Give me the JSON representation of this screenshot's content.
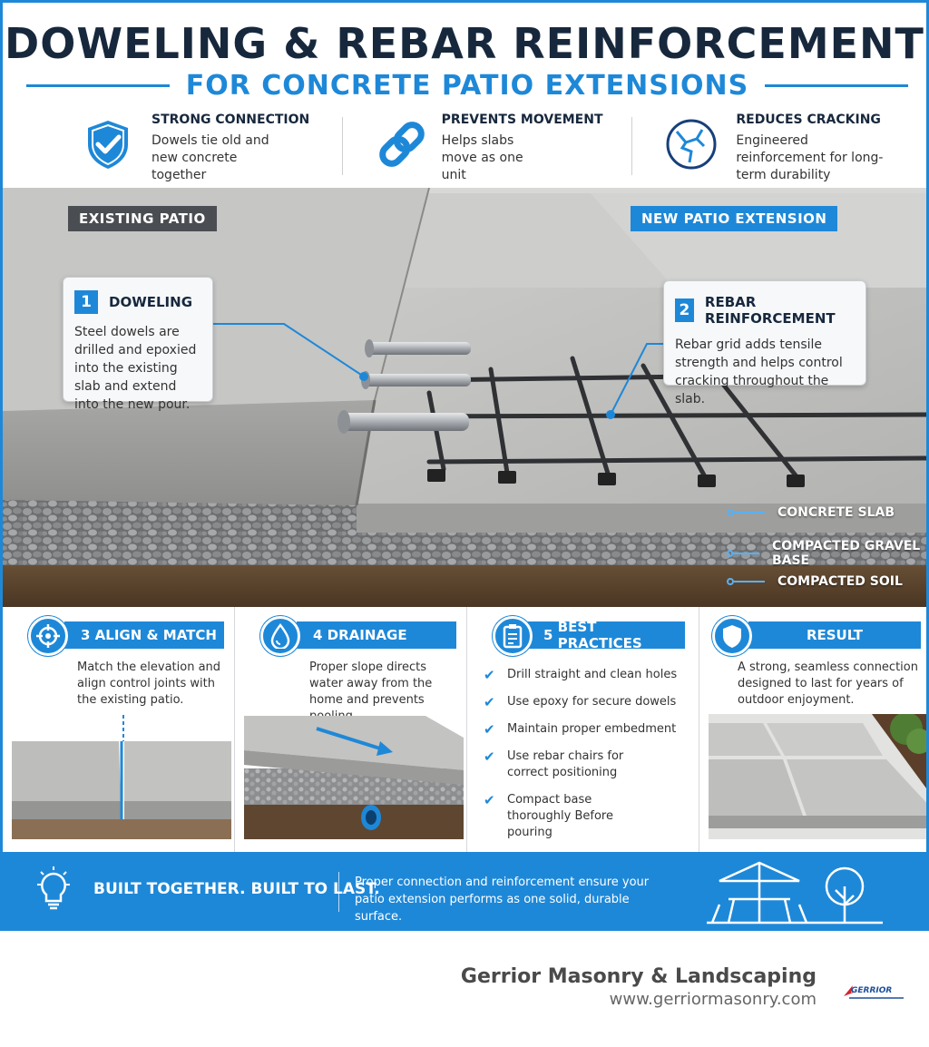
{
  "header": {
    "title": "DOWELING & REBAR REINFORCEMENT",
    "subtitle": "FOR CONCRETE PATIO EXTENSIONS"
  },
  "features": [
    {
      "icon": "shield-check-icon",
      "title": "STRONG CONNECTION",
      "desc": "Dowels tie old and new concrete together"
    },
    {
      "icon": "chain-link-icon",
      "title": "PREVENTS MOVEMENT",
      "desc": "Helps slabs move as one unit"
    },
    {
      "icon": "crack-circle-icon",
      "title": "REDUCES CRACKING",
      "desc": "Engineered reinforcement for long-term durability"
    }
  ],
  "scene": {
    "existing_label": "EXISTING PATIO",
    "new_label": "NEW PATIO EXTENSION",
    "callouts": [
      {
        "number": "1",
        "title": "DOWELING",
        "desc": "Steel dowels are drilled and epoxied into the existing slab and extend into the new pour."
      },
      {
        "number": "2",
        "title": "REBAR REINFORCEMENT",
        "desc": "Rebar grid adds tensile strength and helps control cracking throughout the slab."
      }
    ],
    "layers": [
      "CONCRETE SLAB",
      "COMPACTED GRAVEL BASE",
      "COMPACTED SOIL"
    ]
  },
  "tips": [
    {
      "number": "3",
      "title": "ALIGN & MATCH",
      "icon": "crosshair-icon",
      "desc": "Match the elevation and align control joints with the existing patio."
    },
    {
      "number": "4",
      "title": "DRAINAGE",
      "icon": "water-drop-icon",
      "desc": "Proper slope directs water away from the home and prevents pooling."
    },
    {
      "number": "5",
      "title": "BEST PRACTICES",
      "icon": "clipboard-icon",
      "checklist": [
        "Drill straight and clean holes",
        "Use epoxy for secure dowels",
        "Maintain proper embedment",
        "Use rebar chairs for correct positioning",
        "Compact base thoroughly Before pouring"
      ]
    },
    {
      "number": "",
      "title": "RESULT",
      "icon": "shield-icon",
      "desc": "A strong, seamless connection designed to last for years of outdoor enjoyment."
    }
  ],
  "banner": {
    "icon": "lightbulb-icon",
    "headline": "BUILT TOGETHER. BUILT TO LAST.",
    "text": "Proper connection and reinforcement ensure your patio extension performs as one solid, durable surface."
  },
  "footer": {
    "company": "Gerrior Masonry & Landscaping",
    "url": "www.gerriormasonry.com",
    "logo_text": "GERRIOR"
  },
  "colors": {
    "accent": "#1e88d8",
    "dark": "#17283d",
    "tag_dark": "#4a4d52"
  }
}
